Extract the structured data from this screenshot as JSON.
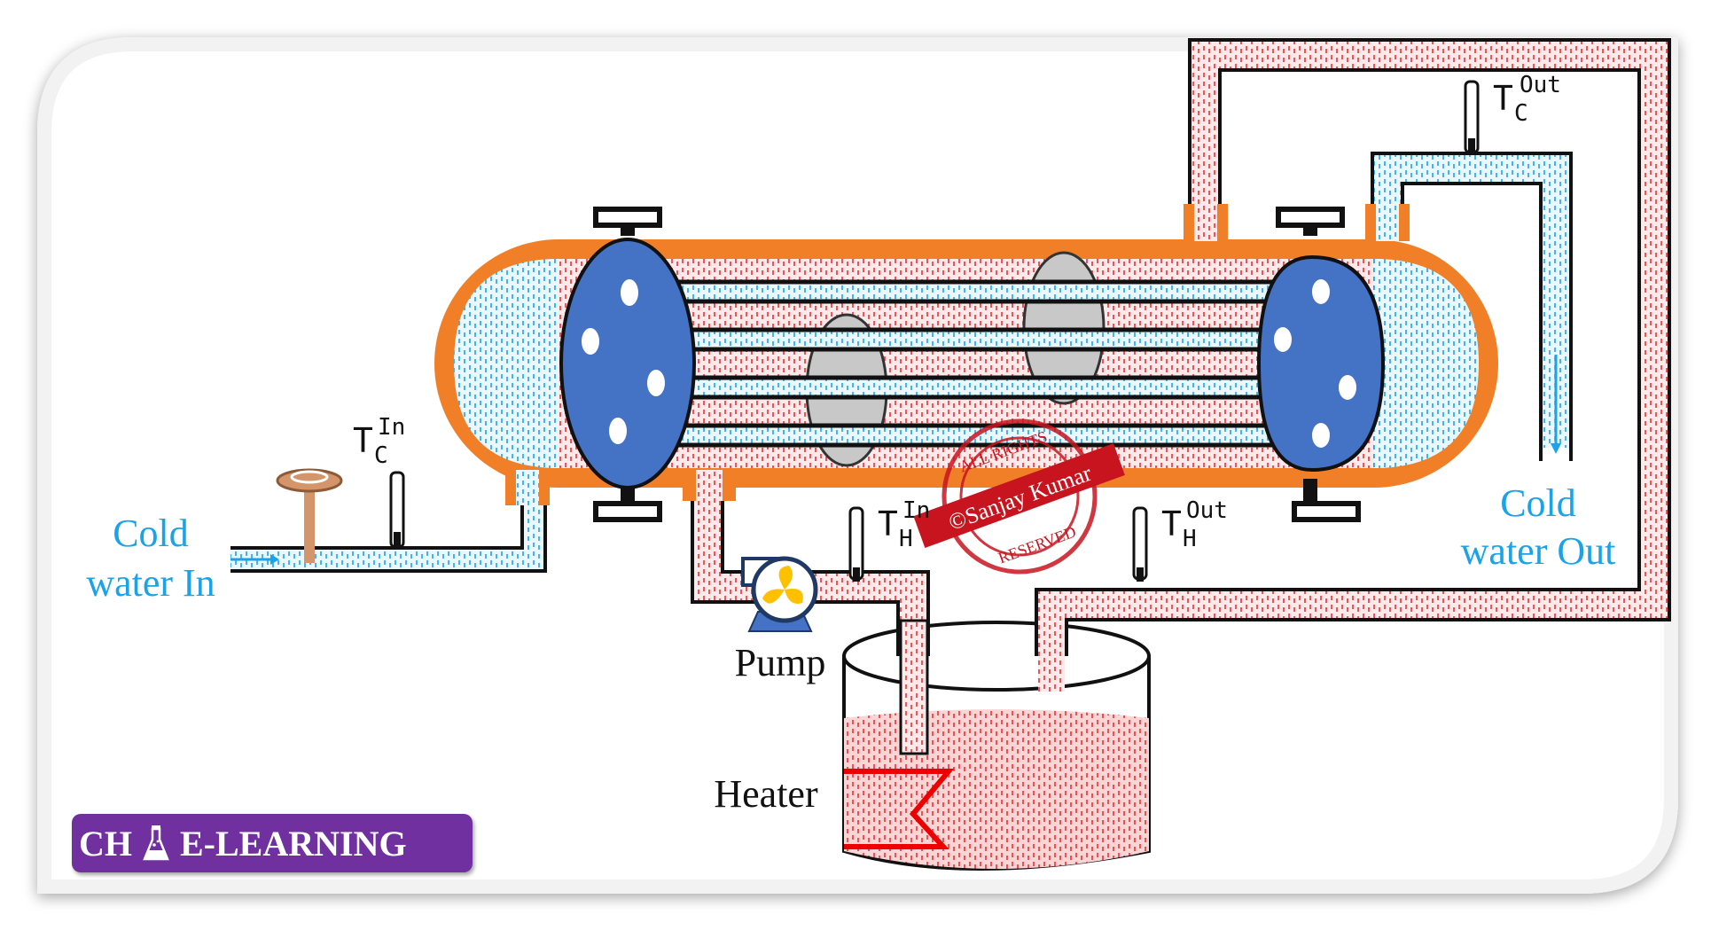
{
  "labels": {
    "cold_in_line1": "Cold",
    "cold_in_line2": "water In",
    "cold_out_line1": "Cold",
    "cold_out_line2": "water Out",
    "pump": "Pump",
    "heater": "Heater"
  },
  "sensors": {
    "tc_in": {
      "base": "T",
      "sub": "C",
      "sup": "In"
    },
    "tc_out": {
      "base": "T",
      "sub": "C",
      "sup": "Out"
    },
    "th_in": {
      "base": "T",
      "sub": "H",
      "sup": "In"
    },
    "th_out": {
      "base": "T",
      "sub": "H",
      "sup": "Out"
    }
  },
  "stamp": {
    "top": "ALL RIGHTS",
    "center": "©Sanjay Kumar",
    "bottom": "RESERVED"
  },
  "badge": {
    "left": "CH",
    "right": "E-LEARNING"
  },
  "colors": {
    "shell": "#f07f28",
    "tubesheet": "#4472c4",
    "cold_fluid": "#1aa3e8",
    "hot_fluid": "#e83030",
    "baffle": "#c8c8c8",
    "badge": "#7030a0",
    "stamp": "#c8141e"
  }
}
